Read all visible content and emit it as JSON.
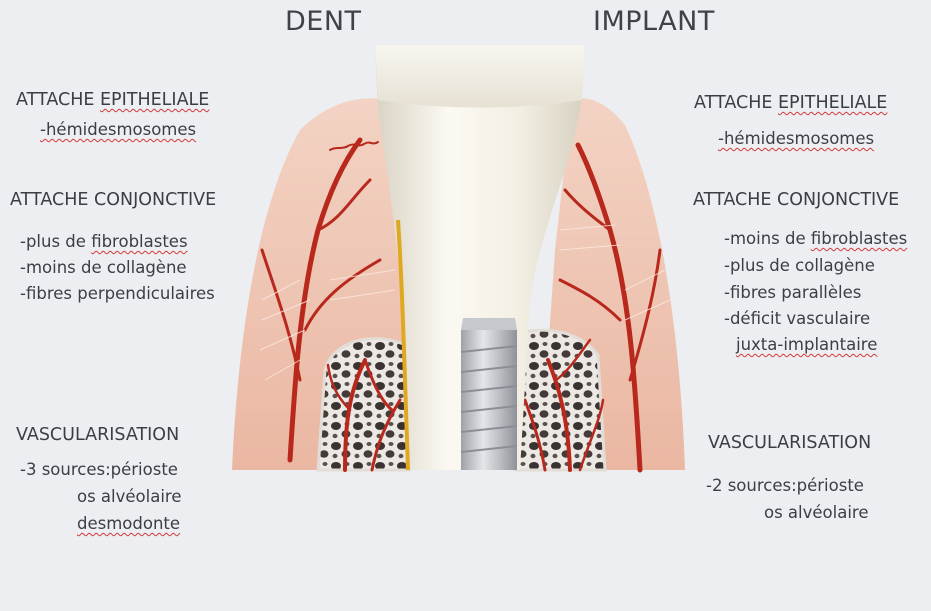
{
  "headings": {
    "left": "DENT",
    "right": "IMPLANT"
  },
  "dent": {
    "epithelial_title_a": "ATTACHE ",
    "epithelial_title_b": "EPITHELIALE",
    "epithelial_item": "-hémidesmosomes",
    "conjunctive_title": "ATTACHE CONJONCTIVE",
    "conj_item1_a": "-plus de ",
    "conj_item1_b": "fibroblastes",
    "conj_item2": "-moins de collagène",
    "conj_item3": "-fibres perpendiculaires",
    "vasc_title": "VASCULARISATION",
    "vasc_item1": "-3 sources:périoste",
    "vasc_item2": "os alvéolaire",
    "vasc_item3": "desmodonte"
  },
  "implant": {
    "epithelial_title_a": "ATTACHE ",
    "epithelial_title_b": "EPITHELIALE",
    "epithelial_item": "-hémidesmosomes",
    "conjunctive_title": "ATTACHE CONJONCTIVE",
    "conj_item1_a": "-moins de ",
    "conj_item1_b": "fibroblastes",
    "conj_item2": "-plus de collagène",
    "conj_item3": "-fibres parallèles",
    "conj_item4": "-déficit vasculaire",
    "conj_item5": "juxta-implantaire",
    "vasc_title": "VASCULARISATION",
    "vasc_item1": "-2 sources:périoste",
    "vasc_item2": "os alvéolaire"
  },
  "colors": {
    "background": "#eceef1",
    "gum": "#f0c9b8",
    "vessel": "#b8281c",
    "bone": "#e9e6e2",
    "tooth": "#f4f1e6",
    "implant_metal": "#c9ccd0",
    "squiggle": "#d23a3a"
  }
}
